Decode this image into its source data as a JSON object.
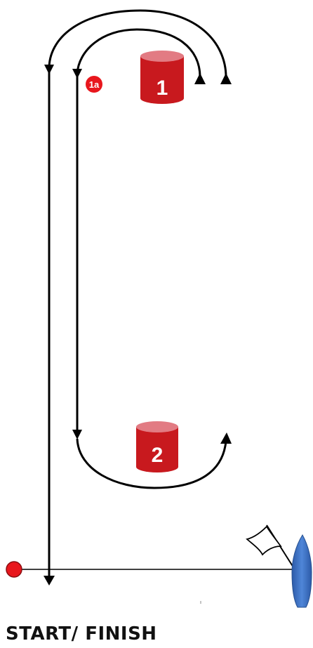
{
  "marks": [
    {
      "label": "1",
      "color": "#c8191e"
    },
    {
      "label": "2",
      "color": "#c8191e"
    }
  ],
  "offset_mark": {
    "label": "1a",
    "color": "#e8171d"
  },
  "start_pin": {
    "color": "#e8171d"
  },
  "committee_boat": {
    "color": "#3a6fc1"
  },
  "footer": {
    "label": "START/ FINISH"
  }
}
